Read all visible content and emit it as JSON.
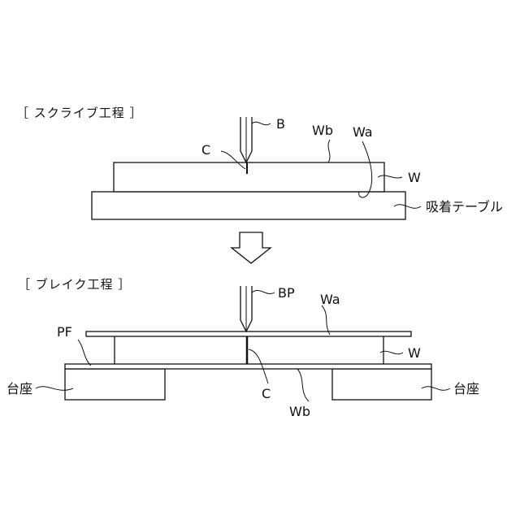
{
  "scribe_section": {
    "title": "［ スクライブ工程 ］",
    "labels": {
      "blade": "B",
      "crack": "C",
      "surface_b": "Wb",
      "surface_a": "Wa",
      "wafer": "W",
      "suction_table": "吸着テーブル"
    }
  },
  "break_section": {
    "title": "［ ブレイク工程 ］",
    "labels": {
      "break_plate": "BP",
      "surface_a": "Wa",
      "film": "PF",
      "wafer": "W",
      "pedestal_left": "台座",
      "pedestal_right": "台座",
      "crack": "C",
      "surface_b": "Wb"
    }
  },
  "colors": {
    "line": "#111111",
    "background": "#ffffff"
  }
}
